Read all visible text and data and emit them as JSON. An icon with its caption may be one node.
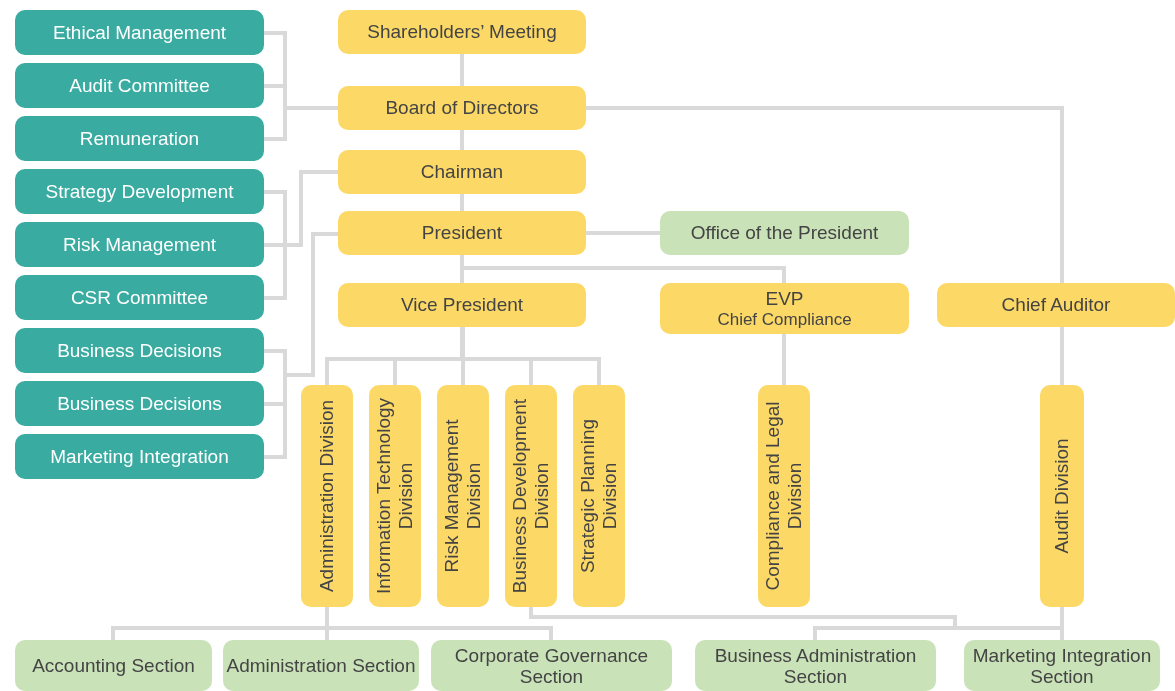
{
  "diagram": {
    "nodes": [
      {
        "text": [
          "Ethical Management"
        ]
      },
      {
        "text": [
          "Audit Committee"
        ]
      },
      {
        "text": [
          "Remuneration"
        ]
      },
      {
        "text": [
          "Strategy Development"
        ]
      },
      {
        "text": [
          "Risk Management"
        ]
      },
      {
        "text": [
          "CSR Committee"
        ]
      },
      {
        "text": [
          "Business Decisions"
        ]
      },
      {
        "text": [
          "Business Decisions"
        ]
      },
      {
        "text": [
          "Marketing Integration"
        ]
      },
      {
        "text": [
          "Shareholders’ Meeting"
        ]
      },
      {
        "text": [
          "Board of Directors"
        ]
      },
      {
        "text": [
          "Chairman"
        ]
      },
      {
        "text": [
          "President"
        ]
      },
      {
        "text": [
          "Office of the President"
        ]
      },
      {
        "text": [
          "Vice President"
        ]
      },
      {
        "text": [
          "EVP",
          "Chief Compliance"
        ]
      },
      {
        "text": [
          "Chief Auditor"
        ]
      },
      {
        "text": [
          "Administration Division"
        ]
      },
      {
        "text": [
          "Information Technology Division"
        ]
      },
      {
        "text": [
          "Risk Management Division"
        ]
      },
      {
        "text": [
          "Business Development Division"
        ]
      },
      {
        "text": [
          "Strategic Planning Division"
        ]
      },
      {
        "text": [
          "Compliance and Legal Division"
        ]
      },
      {
        "text": [
          "Audit Division"
        ]
      },
      {
        "text": [
          "Accounting Section"
        ]
      },
      {
        "text": [
          "Administration Section"
        ]
      },
      {
        "text": [
          "Corporate Governance Section"
        ]
      },
      {
        "text": [
          "Business Administration Section"
        ]
      },
      {
        "text": [
          "Marketing Integration Section"
        ]
      }
    ],
    "edges": [
      {
        "from": 0,
        "to": 10,
        "arrow": "none"
      },
      {
        "from": 1,
        "to": 10,
        "arrow": "none"
      },
      {
        "from": 2,
        "to": 10,
        "arrow": "none"
      },
      {
        "from": 3,
        "to": 11,
        "arrow": "none"
      },
      {
        "from": 4,
        "to": 11,
        "arrow": "none"
      },
      {
        "from": 5,
        "to": 11,
        "arrow": "none"
      },
      {
        "from": 6,
        "to": 12,
        "arrow": "none"
      },
      {
        "from": 7,
        "to": 12,
        "arrow": "none"
      },
      {
        "from": 8,
        "to": 12,
        "arrow": "none"
      },
      {
        "from": 9,
        "to": 10,
        "arrow": "none"
      },
      {
        "from": 10,
        "to": 11,
        "arrow": "none"
      },
      {
        "from": 11,
        "to": 12,
        "arrow": "none"
      },
      {
        "from": 12,
        "to": 14,
        "arrow": "none"
      },
      {
        "from": 12,
        "to": 13,
        "arrow": "none"
      },
      {
        "from": 12,
        "to": 15,
        "arrow": "none"
      },
      {
        "from": 10,
        "to": 16,
        "arrow": "none"
      },
      {
        "from": 14,
        "to": 17,
        "arrow": "none"
      },
      {
        "from": 14,
        "to": 18,
        "arrow": "none"
      },
      {
        "from": 14,
        "to": 19,
        "arrow": "none"
      },
      {
        "from": 14,
        "to": 20,
        "arrow": "none"
      },
      {
        "from": 14,
        "to": 21,
        "arrow": "none"
      },
      {
        "from": 15,
        "to": 22,
        "arrow": "none"
      },
      {
        "from": 16,
        "to": 23,
        "arrow": "none"
      },
      {
        "from": 17,
        "to": 24,
        "arrow": "none"
      },
      {
        "from": 17,
        "to": 25,
        "arrow": "none"
      },
      {
        "from": 17,
        "to": 26,
        "arrow": "none"
      },
      {
        "from": 20,
        "to": 27,
        "arrow": "none"
      },
      {
        "from": 20,
        "to": 28,
        "arrow": "none"
      },
      {
        "from": 23,
        "to": 28,
        "arrow": "none"
      }
    ]
  }
}
